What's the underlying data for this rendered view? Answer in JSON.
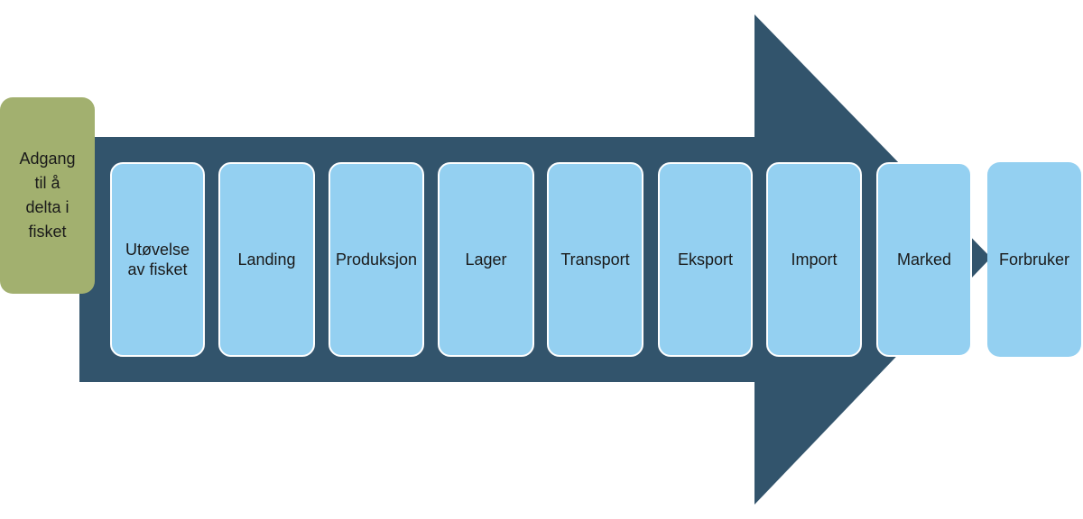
{
  "colors": {
    "arrow": "#32546c",
    "stage_fill": "#94d0f1",
    "start_fill": "#a2b06f"
  },
  "start": {
    "label": "Adgang\ntil å\ndelta i\nfisket"
  },
  "stages": [
    {
      "label": "Utøvelse\nav fisket"
    },
    {
      "label": "Landing"
    },
    {
      "label": "Produksjon"
    },
    {
      "label": "Lager"
    },
    {
      "label": "Transport"
    },
    {
      "label": "Eksport"
    },
    {
      "label": "Import"
    },
    {
      "label": "Marked"
    },
    {
      "label": "Forbruker"
    }
  ]
}
